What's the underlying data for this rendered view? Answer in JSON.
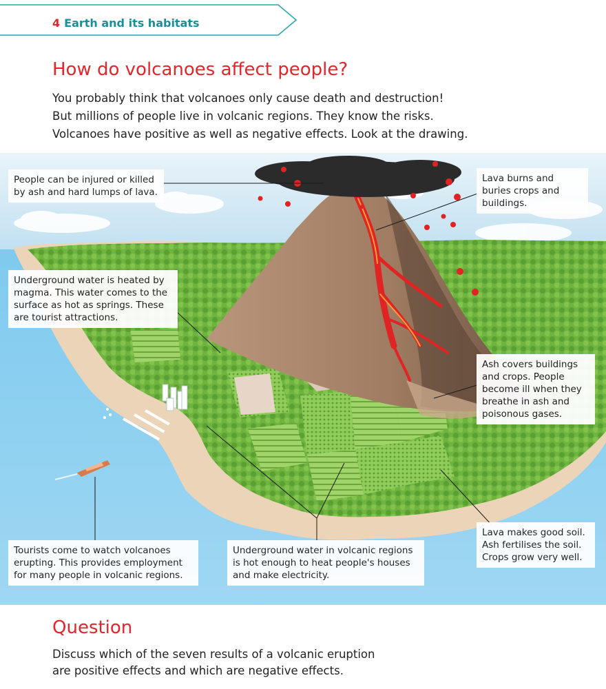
{
  "chapter": {
    "number": "4",
    "title": "Earth and its habitats"
  },
  "page_title": "How do volcanoes affect people?",
  "intro": [
    "You probably think that volcanoes only cause death and destruction!",
    "But millions of people live in volcanic regions. They know the risks.",
    "Volcanoes have positive as well as negative effects. Look at the drawing."
  ],
  "callouts": {
    "ash_injury": [
      "People can be injured or killed",
      "by ash and hard lumps of lava."
    ],
    "lava_burns": [
      "Lava burns and",
      "buries crops and",
      "buildings."
    ],
    "hot_springs": [
      "Underground water is heated by",
      "magma. This water comes to the",
      "surface as hot as springs. These",
      "are tourist attractions."
    ],
    "ash_covers": [
      "Ash covers buildings",
      "and crops. People",
      "become ill when they",
      "breathe in ash and",
      "poisonous gases."
    ],
    "good_soil": [
      "Lava makes good soil.",
      "Ash fertilises the soil.",
      "Crops grow very well."
    ],
    "tourists": [
      "Tourists come to watch volcanoes",
      "erupting. This provides employment",
      "for many people in volcanic regions."
    ],
    "heating": [
      "Underground water in volcanic regions",
      "is hot enough to heat people's houses",
      "and make electricity."
    ]
  },
  "question": {
    "title": "Question",
    "lines": [
      "Discuss which of the seven results of a volcanic eruption",
      "are positive effects and which are negative effects."
    ]
  },
  "colors": {
    "accent_red": "#e3262b",
    "teal": "#1a8f9c",
    "sky": "#cfe6f2",
    "sea": "#6cc0e8",
    "lava": "#e02424",
    "land": "#7cbd4a"
  }
}
